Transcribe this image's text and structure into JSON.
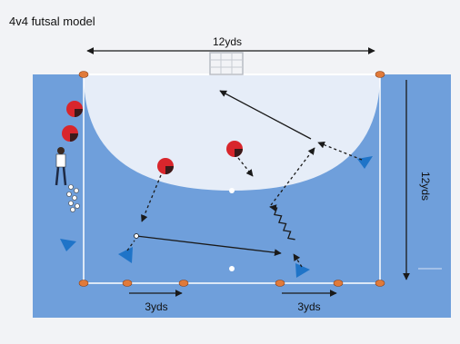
{
  "title": "4v4 futsal model",
  "labels": {
    "top_distance": "12yds",
    "side_distance": "12yds",
    "bottom_left_distance": "3yds",
    "bottom_right_distance": "3yds"
  },
  "colors": {
    "background": "#f2f3f6",
    "pitch_blue": "#6f9fdb",
    "semicircle": "#e6edf8",
    "team_red": "#d8262c",
    "team_blue": "#1f74c8",
    "cone_orange": "#e07a3a",
    "arrow": "#1a1a1a"
  },
  "icons": {
    "red_player": "red-ball-icon",
    "blue_player": "blue-triangle-icon",
    "cone": "orange-cone-icon",
    "coach": "coach-figure-icon",
    "goal": "goal-net-icon",
    "balls": "ball-pile-icon"
  }
}
